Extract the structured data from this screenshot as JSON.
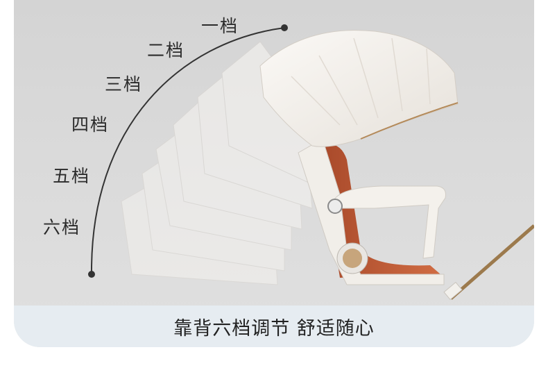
{
  "levels": [
    "一档",
    "二档",
    "三档",
    "四档",
    "五档",
    "六档"
  ],
  "caption": "靠背六档调节 舒适随心",
  "colors": {
    "background": "#d8d8d8",
    "canopy": "#f3f0ec",
    "seat_orange": "#c0603a",
    "caption_bar": "#e6ecf1",
    "handle_gold": "#9c7a4d"
  },
  "subject": {
    "name": "stroller-canopy-icon"
  }
}
